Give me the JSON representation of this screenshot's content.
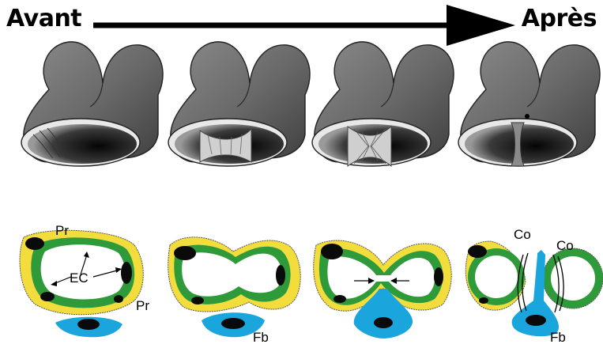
{
  "header": {
    "left_label": "Avant",
    "right_label": "Après"
  },
  "labels": {
    "pr": "Pr",
    "ec": "EC",
    "fb": "Fb",
    "co": "Co"
  },
  "colors": {
    "endothelium": "#2e9a3a",
    "periosteum": "#f2dd3d",
    "fibroblast": "#1aa6dc",
    "nucleus": "#0a0a0a",
    "vessel_shade": "#6f6f6f"
  },
  "icons": [
    "arrow-right-icon"
  ]
}
